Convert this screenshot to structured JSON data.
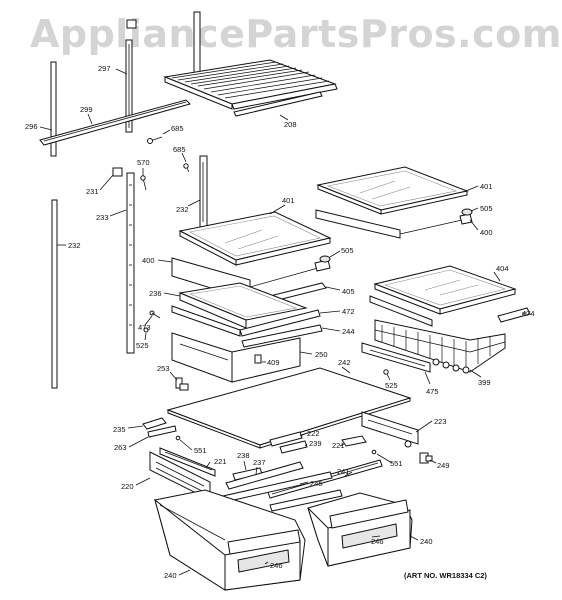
{
  "watermark": "AppliancePartsPros.com",
  "art_number": "(ART NO. WR18334 C2)",
  "part_labels": {
    "p296": "296",
    "p297": "297",
    "p299": "299",
    "p685a": "685",
    "p685b": "685",
    "p208": "208",
    "p231": "231",
    "p570": "570",
    "p233": "233",
    "p232a": "232",
    "p232b": "232",
    "p401a": "401",
    "p401b": "401",
    "p505a": "505",
    "p505b": "505",
    "p400a": "400",
    "p400b": "400",
    "p405": "405",
    "p404": "404",
    "p474": "474",
    "p236": "236",
    "p472": "472",
    "p244": "244",
    "p473": "473",
    "p525a": "525",
    "p250": "250",
    "p409": "409",
    "p253": "253",
    "p242": "242",
    "p525b": "525",
    "p475": "475",
    "p399": "399",
    "p223": "223",
    "p235": "235",
    "p222": "222",
    "p239": "239",
    "p263": "263",
    "p221a": "221",
    "p551a": "551",
    "p221b": "221",
    "p238": "238",
    "p237": "237",
    "p551b": "551",
    "p249": "249",
    "p241": "241",
    "p220": "220",
    "p245": "245",
    "p246a": "246",
    "p246b": "246",
    "p240a": "240",
    "p240b": "240"
  }
}
